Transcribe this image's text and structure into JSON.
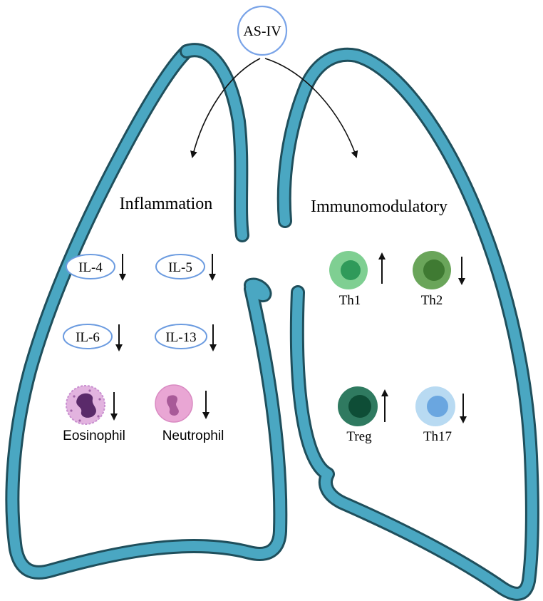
{
  "colors": {
    "lung_outline": "#1f4f5c",
    "lung_fill": "#4aa7c2",
    "pill_stroke": "#6b9be0",
    "arrow": "#111111",
    "eosinophil_body": "#e2b3df",
    "eosinophil_nucleus": "#5a2a6a",
    "neutrophil_body": "#e9a6d4",
    "neutrophil_nucleus": "#a85a98",
    "th1_outer": "#7fcf92",
    "th1_inner": "#2f9a5a",
    "th2_outer": "#6aa55a",
    "th2_inner": "#3f7a32",
    "treg_outer": "#2f7a60",
    "treg_inner": "#0e4d36",
    "th17_outer": "#b8daf2",
    "th17_inner": "#6aa6e0"
  },
  "diagram": {
    "root": "AS-IV",
    "left_branch": {
      "title": "Inflammation",
      "cytokines": [
        {
          "label": "IL-4",
          "direction": "down"
        },
        {
          "label": "IL-5",
          "direction": "down"
        },
        {
          "label": "IL-6",
          "direction": "down"
        },
        {
          "label": "IL-13",
          "direction": "down"
        }
      ],
      "cells": [
        {
          "label": "Eosinophil",
          "direction": "down",
          "icon": "eosinophil-icon"
        },
        {
          "label": "Neutrophil",
          "direction": "down",
          "icon": "neutrophil-icon"
        }
      ]
    },
    "right_branch": {
      "title": "Immunomodulatory",
      "cells": [
        {
          "label": "Th1",
          "direction": "up",
          "icon": "th1-cell-icon"
        },
        {
          "label": "Th2",
          "direction": "down",
          "icon": "th2-cell-icon"
        },
        {
          "label": "Treg",
          "direction": "up",
          "icon": "treg-cell-icon"
        },
        {
          "label": "Th17",
          "direction": "down",
          "icon": "th17-cell-icon"
        }
      ]
    }
  }
}
